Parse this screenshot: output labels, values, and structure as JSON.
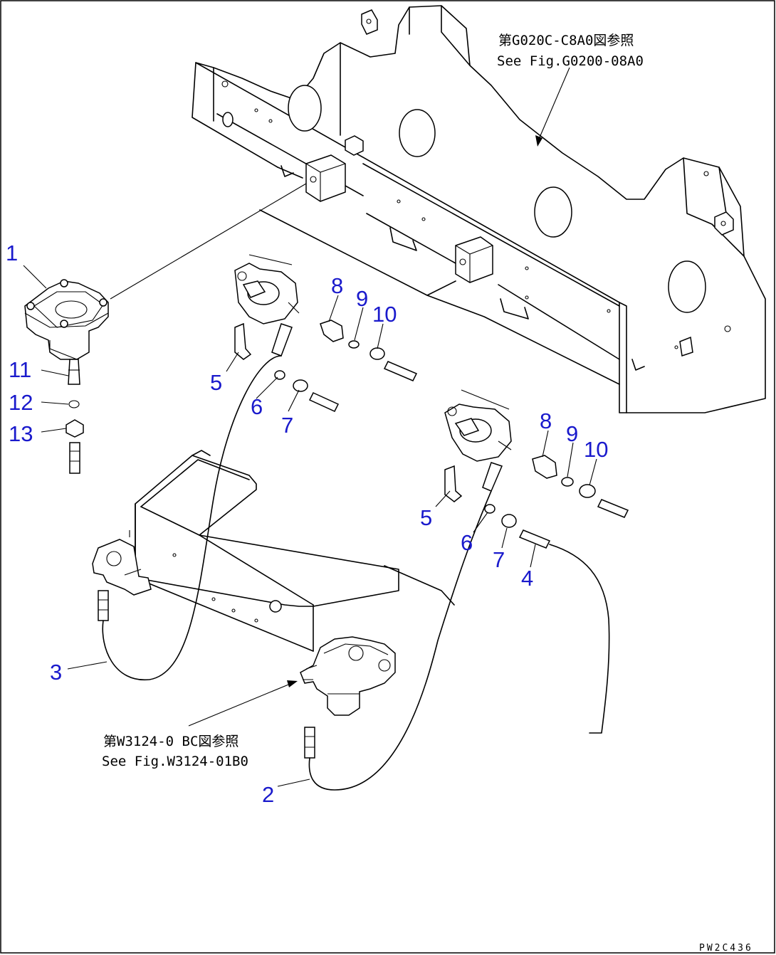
{
  "callouts": [
    {
      "id": "1",
      "label": "1"
    },
    {
      "id": "2",
      "label": "2"
    },
    {
      "id": "3",
      "label": "3"
    },
    {
      "id": "4",
      "label": "4"
    },
    {
      "id": "5a",
      "label": "5"
    },
    {
      "id": "6a",
      "label": "6"
    },
    {
      "id": "7a",
      "label": "7"
    },
    {
      "id": "8a",
      "label": "8"
    },
    {
      "id": "9a",
      "label": "9"
    },
    {
      "id": "10a",
      "label": "10"
    },
    {
      "id": "5b",
      "label": "5"
    },
    {
      "id": "6b",
      "label": "6"
    },
    {
      "id": "7b",
      "label": "7"
    },
    {
      "id": "8b",
      "label": "8"
    },
    {
      "id": "9b",
      "label": "9"
    },
    {
      "id": "10b",
      "label": "10"
    },
    {
      "id": "11",
      "label": "11"
    },
    {
      "id": "12",
      "label": "12"
    },
    {
      "id": "13",
      "label": "13"
    }
  ],
  "references": {
    "frame_jp": "第G020C-C8A0図参照",
    "frame_en": "See Fig.G0200-08A0",
    "valve_jp": "第W3124-0 BC図参照",
    "valve_en": "See Fig.W3124-01B0"
  },
  "drawing_code": "PW2C436"
}
